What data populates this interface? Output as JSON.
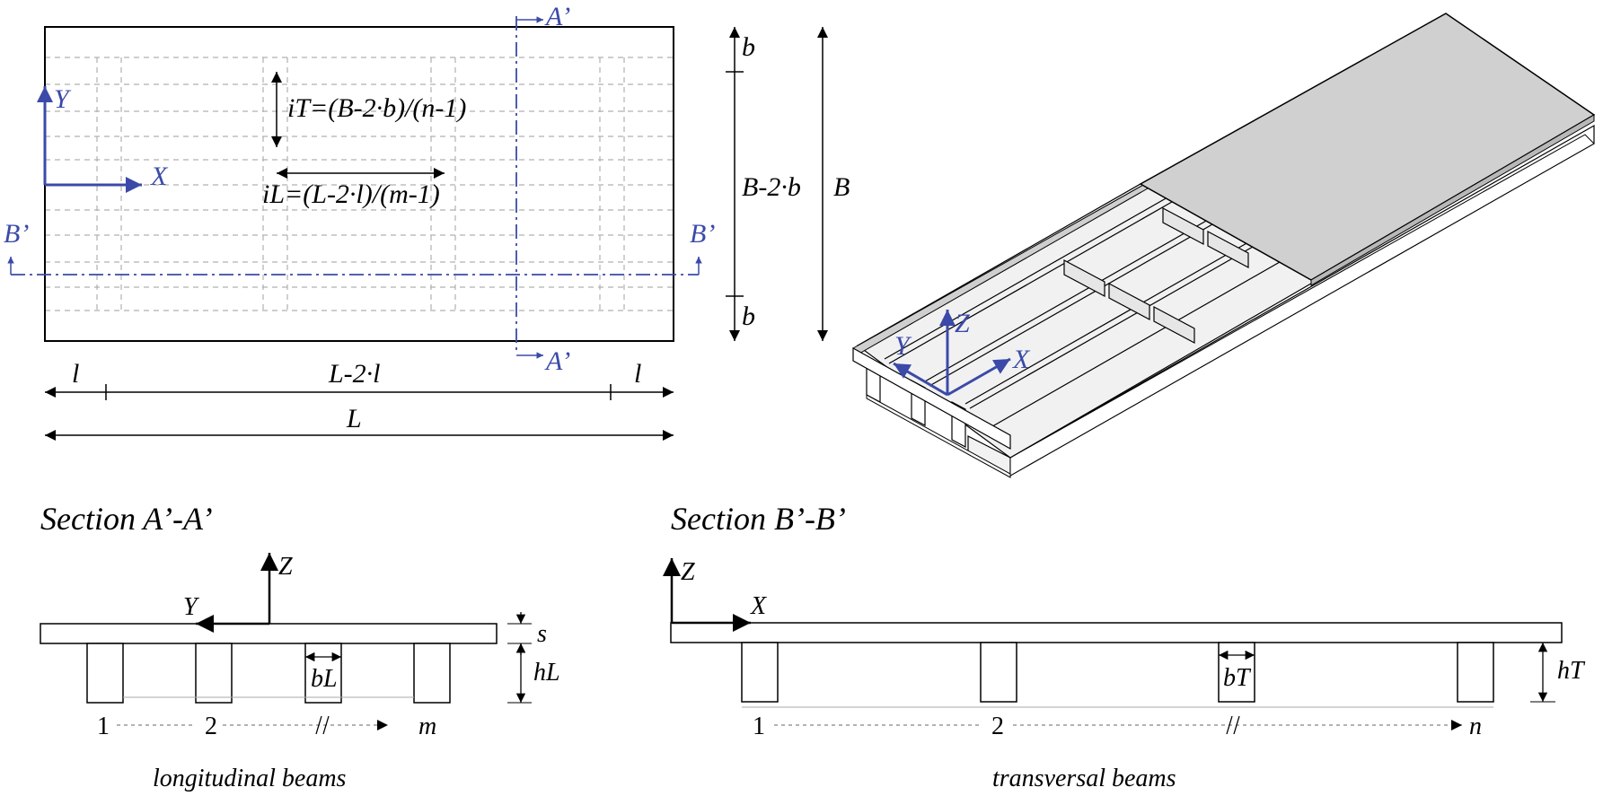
{
  "colors": {
    "axis_blue": "#3b4aa8",
    "deck_gray": "#d0d0d0",
    "line_black": "#000000",
    "hidden_gray": "#b0b0b0"
  },
  "plan": {
    "label_A_top": "A’",
    "label_A_bottom": "A’",
    "label_B_left": "B’",
    "label_B_right": "B’",
    "axis_x": "X",
    "axis_y": "Y",
    "formula_iT": "iT=(B-2·b)/(n-1)",
    "formula_iL": "iL=(L-2·l)/(m-1)",
    "dim_b_top": "b",
    "dim_B_minus": "B-2·b",
    "dim_b_bottom": "b",
    "dim_B": "B",
    "dim_l_left": "l",
    "dim_L_minus": "L-2·l",
    "dim_l_right": "l",
    "dim_L": "L"
  },
  "iso": {
    "axis_x": "X",
    "axis_y": "Y",
    "axis_z": "Z"
  },
  "sectionA": {
    "title": "Section A’-A’",
    "axis_z": "Z",
    "axis_y": "Y",
    "dim_s": "s",
    "dim_hL": "hL",
    "dim_bL": "bL",
    "idx_1": "1",
    "idx_2": "2",
    "idx_m": "m",
    "caption": "longitudinal beams"
  },
  "sectionB": {
    "title": "Section B’-B’",
    "axis_z": "Z",
    "axis_x": "X",
    "dim_hT": "hT",
    "dim_bT": "bT",
    "idx_1": "1",
    "idx_2": "2",
    "idx_n": "n",
    "caption": "transversal beams"
  }
}
